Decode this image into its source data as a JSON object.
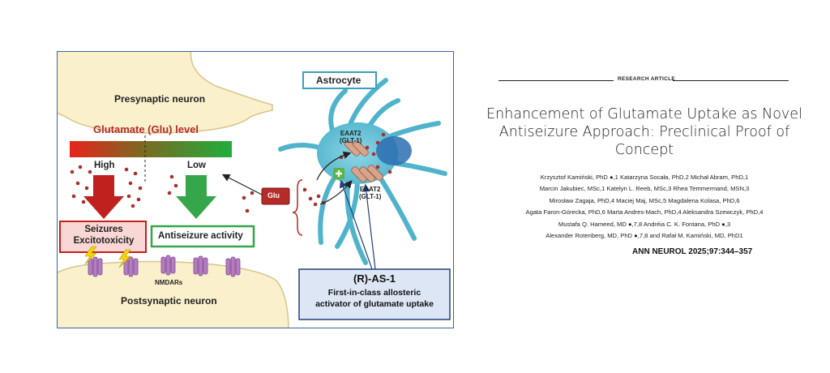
{
  "diagram": {
    "presynaptic_label": "Presynaptic neuron",
    "glutamate_level_label": "Glutamate (Glu) level",
    "high_label": "High",
    "low_label": "Low",
    "astrocyte_label": "Astrocyte",
    "eaat2_top": [
      "EAAT2",
      "(GLT-1)"
    ],
    "eaat2_bottom": [
      "EAAT2",
      "(GLT-1)"
    ],
    "glu_label": "Glu",
    "seizures_label": [
      "Seizures",
      "Excitotoxicity"
    ],
    "antiseizure_label": "Antiseizure activity",
    "nmdars_label": "NMDARs",
    "postsynaptic_label": "Postsynaptic neuron",
    "compound_name": "(R)-AS-1",
    "compound_desc": [
      "First-in-class allosteric",
      "activator of glutamate uptake"
    ],
    "colors": {
      "red": "#c0211f",
      "green": "#35a64a",
      "blue_border": "#3a62a8",
      "neuron_fill": "#fbf0cc",
      "astrocyte": "#5ab8cf"
    }
  },
  "article": {
    "section_tag": "RESEARCH ARTICLE",
    "title": "Enhancement of Glutamate Uptake as Novel Antiseizure Approach: Preclinical Proof of Concept",
    "authors_lines": [
      "Krzysztof Kamiński, PhD ●,1 Katarzyna Socała, PhD,2 Michał Abram, PhD,1",
      "Marcin Jakubiec, MSc,1 Katelyn L. Reeb, MSc,3 Rhea Temmermand, MSN,3",
      "Mirosław Zagaja, PhD,4 Maciej Maj, MSc,5 Magdalena Kolasa, PhD,6",
      "Agata Faron-Górecka, PhD,6 Marta Andres-Mach, PhD,4 Aleksandra Szewczyk, PhD,4",
      "Mustafa Q. Hameed, MD ●,7,8 Andréia C. K. Fontana, PhD ●,3",
      "Alexander Rotenberg, MD, PhD ●,7,8 and Rafał M. Kamiński, MD, PhD1"
    ],
    "citation": "ANN NEUROL 2025;97:344–357"
  }
}
